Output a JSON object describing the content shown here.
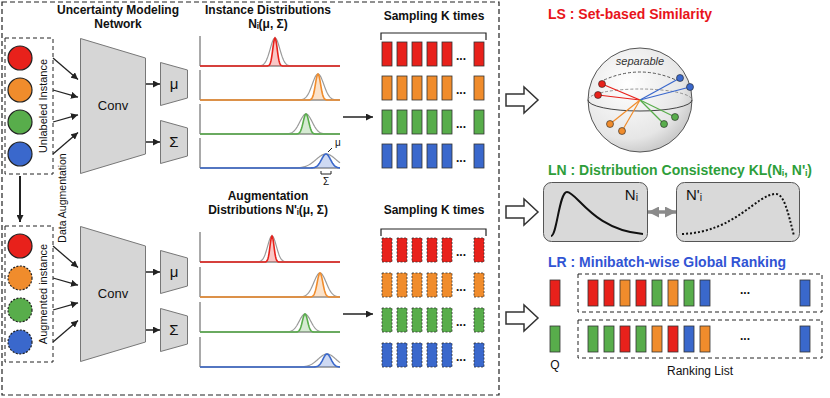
{
  "diagram": {
    "nodes": [
      {
        "text": [
          "Conv"
        ]
      },
      {
        "text": [
          "μ"
        ]
      },
      {
        "text": [
          "Σ"
        ]
      },
      {
        "text": [
          "Nᵢ"
        ]
      },
      {
        "text": [
          "N'ᵢ"
        ]
      },
      {
        "text": [
          "Conv"
        ]
      },
      {
        "text": [
          "μ"
        ]
      },
      {
        "text": [
          "Σ"
        ]
      }
    ],
    "edges": [
      {
        "from": 0,
        "to": 1,
        "arrow": "to"
      },
      {
        "from": 0,
        "to": 2,
        "arrow": "to"
      },
      {
        "from": 3,
        "to": 4,
        "arrow": "both"
      },
      {
        "from": 5,
        "to": 6,
        "arrow": "to"
      },
      {
        "from": 5,
        "to": 7,
        "arrow": "to"
      }
    ],
    "labels": [
      "Uncertainty Modeling Network",
      "Instance Distributions Nᵢ(μ, Σ)",
      "Sampling K times",
      "LS : Set-based Similarity",
      "separable",
      "Unlabeled Instance",
      "...",
      "...",
      "...",
      "...",
      "μ",
      "Σ",
      "LN : Distribution Consistency KL(Nᵢ, N'ᵢ)",
      "Data Augmentation",
      "Augmentation Distributions N'ᵢ(μ, Σ)",
      "Sampling K times",
      "LR : Minibatch-wise Global Ranking",
      "Augmented instance",
      "...",
      "...",
      "...",
      "...",
      "...",
      "...",
      "Q",
      "Ranking List"
    ]
  }
}
